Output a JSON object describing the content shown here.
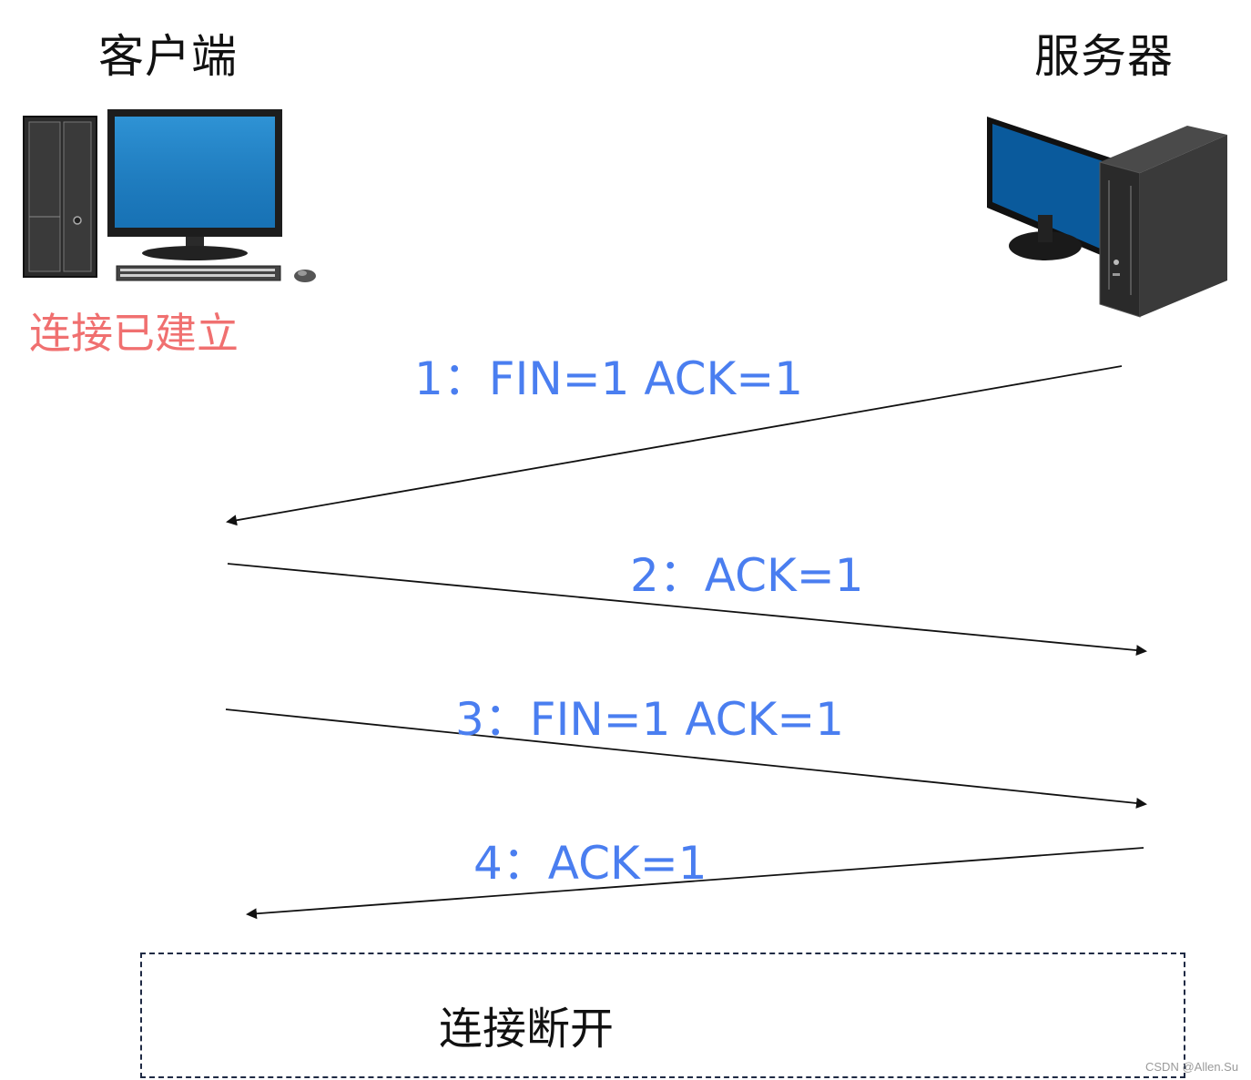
{
  "client": {
    "label": "客户端",
    "state": "连接已建立"
  },
  "server": {
    "label": "服务器"
  },
  "messages": [
    {
      "label": "1：FIN=1 ACK=1",
      "direction": "server-to-client"
    },
    {
      "label": "2：ACK=1",
      "direction": "client-to-server"
    },
    {
      "label": "3：FIN=1 ACK=1",
      "direction": "client-to-server"
    },
    {
      "label": "4：ACK=1",
      "direction": "server-to-client"
    }
  ],
  "result": {
    "label": "连接断开"
  },
  "watermark": "CSDN @Allen.Su",
  "colors": {
    "message": "#4a7ef0",
    "state": "#f07070",
    "arrow": "#111111",
    "box_border": "#1f2a44"
  }
}
